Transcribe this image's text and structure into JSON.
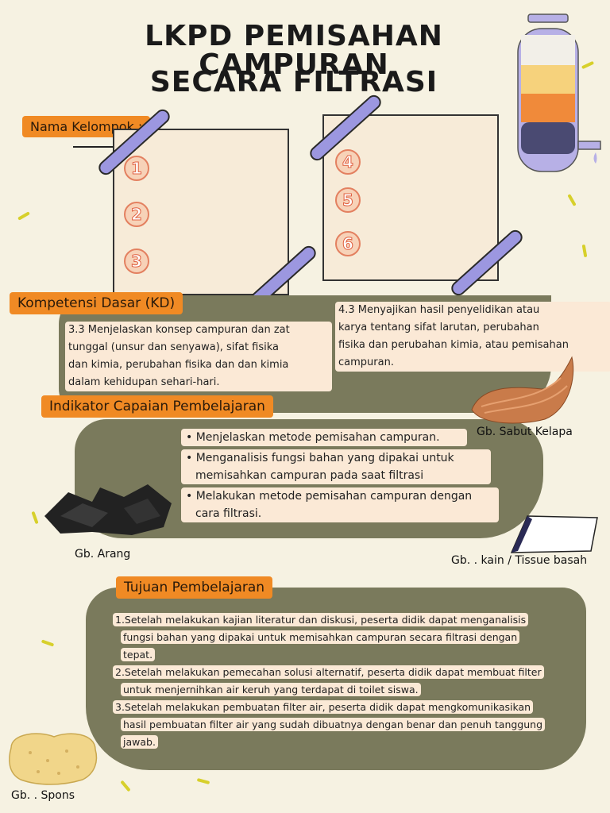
{
  "title": {
    "line1": "LKPD PEMISAHAN CAMPURAN",
    "line2": "SECARA FILTRASI"
  },
  "group": {
    "label": "Nama Kelompok :",
    "numbers": [
      "1",
      "2",
      "3",
      "4",
      "5",
      "6"
    ]
  },
  "kd": {
    "label": "Kompetensi Dasar (KD)",
    "kd33": [
      "3.3  Menjelaskan konsep campuran dan zat",
      "tunggal (unsur dan senyawa), sifat fisika",
      "dan kimia, perubahan fisika dan dan kimia",
      "dalam kehidupan sehari-hari."
    ],
    "kd43": [
      "4.3 Menyajikan hasil penyelidikan atau",
      "karya tentang sifat larutan, perubahan",
      "fisika dan perubahan kimia, atau pemisahan",
      "campuran."
    ]
  },
  "indikator": {
    "label": "Indikator Capaian Pembelajaran",
    "items": [
      [
        "Menjelaskan metode pemisahan campuran."
      ],
      [
        "Menganalisis fungsi bahan yang dipakai untuk",
        "memisahkan campuran pada saat filtrasi"
      ],
      [
        "Melakukan metode pemisahan campuran dengan",
        "cara filtrasi."
      ]
    ]
  },
  "tujuan": {
    "label": "Tujuan Pembelajaran",
    "lines": [
      "1.Setelah melakukan kajian literatur dan diskusi, peserta didik dapat menganalisis",
      "fungsi bahan yang dipakai untuk memisahkan campuran secara filtrasi dengan",
      "tepat.",
      "2.Setelah melakukan pemecahan solusi alternatif, peserta didik dapat membuat filter",
      "untuk menjernihkan air keruh yang terdapat di toilet siswa.",
      "3.Setelah melakukan pembuatan filter air, peserta didik dapat mengkomunikasikan",
      "hasil pembuatan filter air yang sudah dibuatnya dengan benar dan penuh tanggung",
      "jawab."
    ]
  },
  "captions": {
    "sabut": "Gb.  Sabut Kelapa",
    "arang": "Gb.  Arang",
    "kain": "Gb. . kain / Tissue basah",
    "spons": "Gb. . Spons"
  },
  "colors": {
    "background": "#f6f2e2",
    "orange": "#f08a24",
    "olive": "#7a7a5c",
    "stick": "#9c97e0",
    "highlight": "#fbe9d6"
  }
}
